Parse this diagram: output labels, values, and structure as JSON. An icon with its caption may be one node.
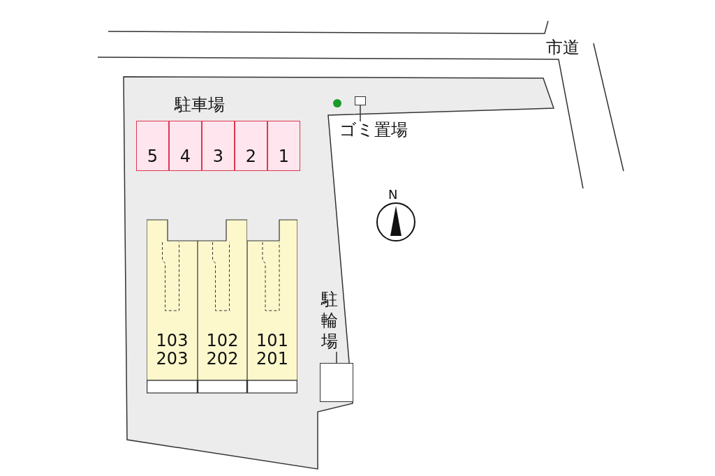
{
  "diagram": {
    "nodes": [
      {
        "text": [
          "駐車場"
        ]
      },
      {
        "text": [
          "5"
        ],
        "in": 0
      },
      {
        "text": [
          "4"
        ],
        "in": 0
      },
      {
        "text": [
          "3"
        ],
        "in": 0
      },
      {
        "text": [
          "2"
        ],
        "in": 0
      },
      {
        "text": [
          "1"
        ],
        "in": 0
      },
      {
        "text": [
          "103 203"
        ]
      },
      {
        "text": [
          "102 202"
        ]
      },
      {
        "text": [
          "101 201"
        ]
      },
      {
        "text": [
          "ゴミ置場"
        ]
      },
      {
        "text": [],
        "shape": "box"
      },
      {
        "text": [
          "駐輪場"
        ]
      },
      {
        "text": [],
        "shape": "box"
      }
    ],
    "edges": [
      {
        "from": 9,
        "to": 10,
        "arrow": "none"
      },
      {
        "from": 11,
        "to": 12,
        "arrow": "none"
      }
    ],
    "labels": [
      "市道",
      "N"
    ]
  }
}
